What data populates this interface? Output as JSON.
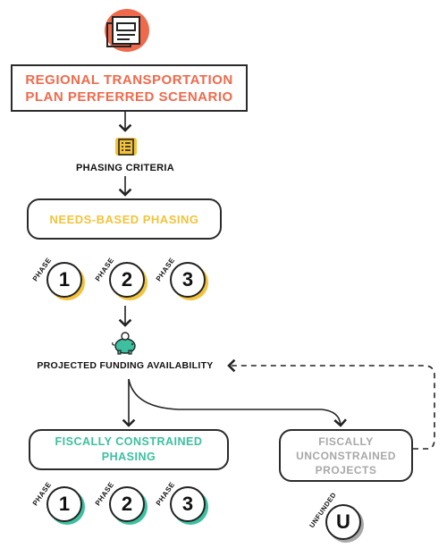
{
  "title_box": {
    "line1": "REGIONAL TRANSPORTATION",
    "line2": "PLAN PERFERRED SCENARIO"
  },
  "criteria_label": "PHASING CRITERIA",
  "needs_box": "NEEDS-BASED PHASING",
  "needs_phases": [
    {
      "tag": "PHASE",
      "number": "1"
    },
    {
      "tag": "PHASE",
      "number": "2"
    },
    {
      "tag": "PHASE",
      "number": "3"
    }
  ],
  "funding_label": "PROJECTED FUNDING AVAILABILITY",
  "constrained_box": {
    "line1": "FISCALLY CONSTRAINED",
    "line2": "PHASING"
  },
  "unconstrained_box": {
    "line1": "FISCALLY",
    "line2": "UNCONSTRAINED",
    "line3": "PROJECTS"
  },
  "constrained_phases": [
    {
      "tag": "PHASE",
      "number": "1"
    },
    {
      "tag": "PHASE",
      "number": "2"
    },
    {
      "tag": "PHASE",
      "number": "3"
    }
  ],
  "unfunded": {
    "tag": "UNFUNDED",
    "letter": "U"
  },
  "colors": {
    "orange": "#ef6a4c",
    "yellow": "#f3c33b",
    "teal": "#3cc0a0",
    "gray": "#a8a8a8",
    "line": "#222222"
  },
  "icons": [
    "document-icon",
    "checklist-icon",
    "piggy-bank-icon"
  ]
}
